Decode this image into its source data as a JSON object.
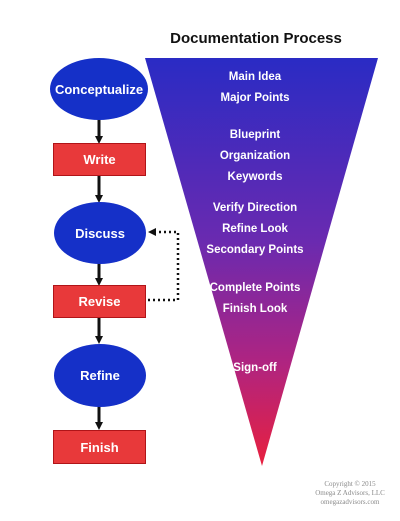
{
  "title": "Documentation Process",
  "flow": {
    "steps": [
      {
        "label": "Conceptualize",
        "shape": "oval"
      },
      {
        "label": "Write",
        "shape": "rect"
      },
      {
        "label": "Discuss",
        "shape": "oval"
      },
      {
        "label": "Revise",
        "shape": "rect"
      },
      {
        "label": "Refine",
        "shape": "oval"
      },
      {
        "label": "Finish",
        "shape": "rect"
      }
    ]
  },
  "funnel": {
    "groups": [
      [
        "Main Idea",
        "Major Points"
      ],
      [
        "Blueprint",
        "Organization",
        "Keywords"
      ],
      [
        "Verify Direction",
        "Refine Look",
        "Secondary Points"
      ],
      [
        "Complete Points",
        "Finish Look"
      ],
      [
        "Sign-off"
      ]
    ]
  },
  "copyright": {
    "line1": "Copyright © 2015",
    "line2": "Omega Z Advisors, LLC",
    "line3": "omegazadvisors.com"
  },
  "colors": {
    "oval_blue": "#1530c8",
    "rect_red": "#e8393a",
    "arrow": "#111111",
    "funnel_top": "#2a2bc4",
    "funnel_mid": "#8a2aa6",
    "funnel_bottom": "#e0204a"
  }
}
